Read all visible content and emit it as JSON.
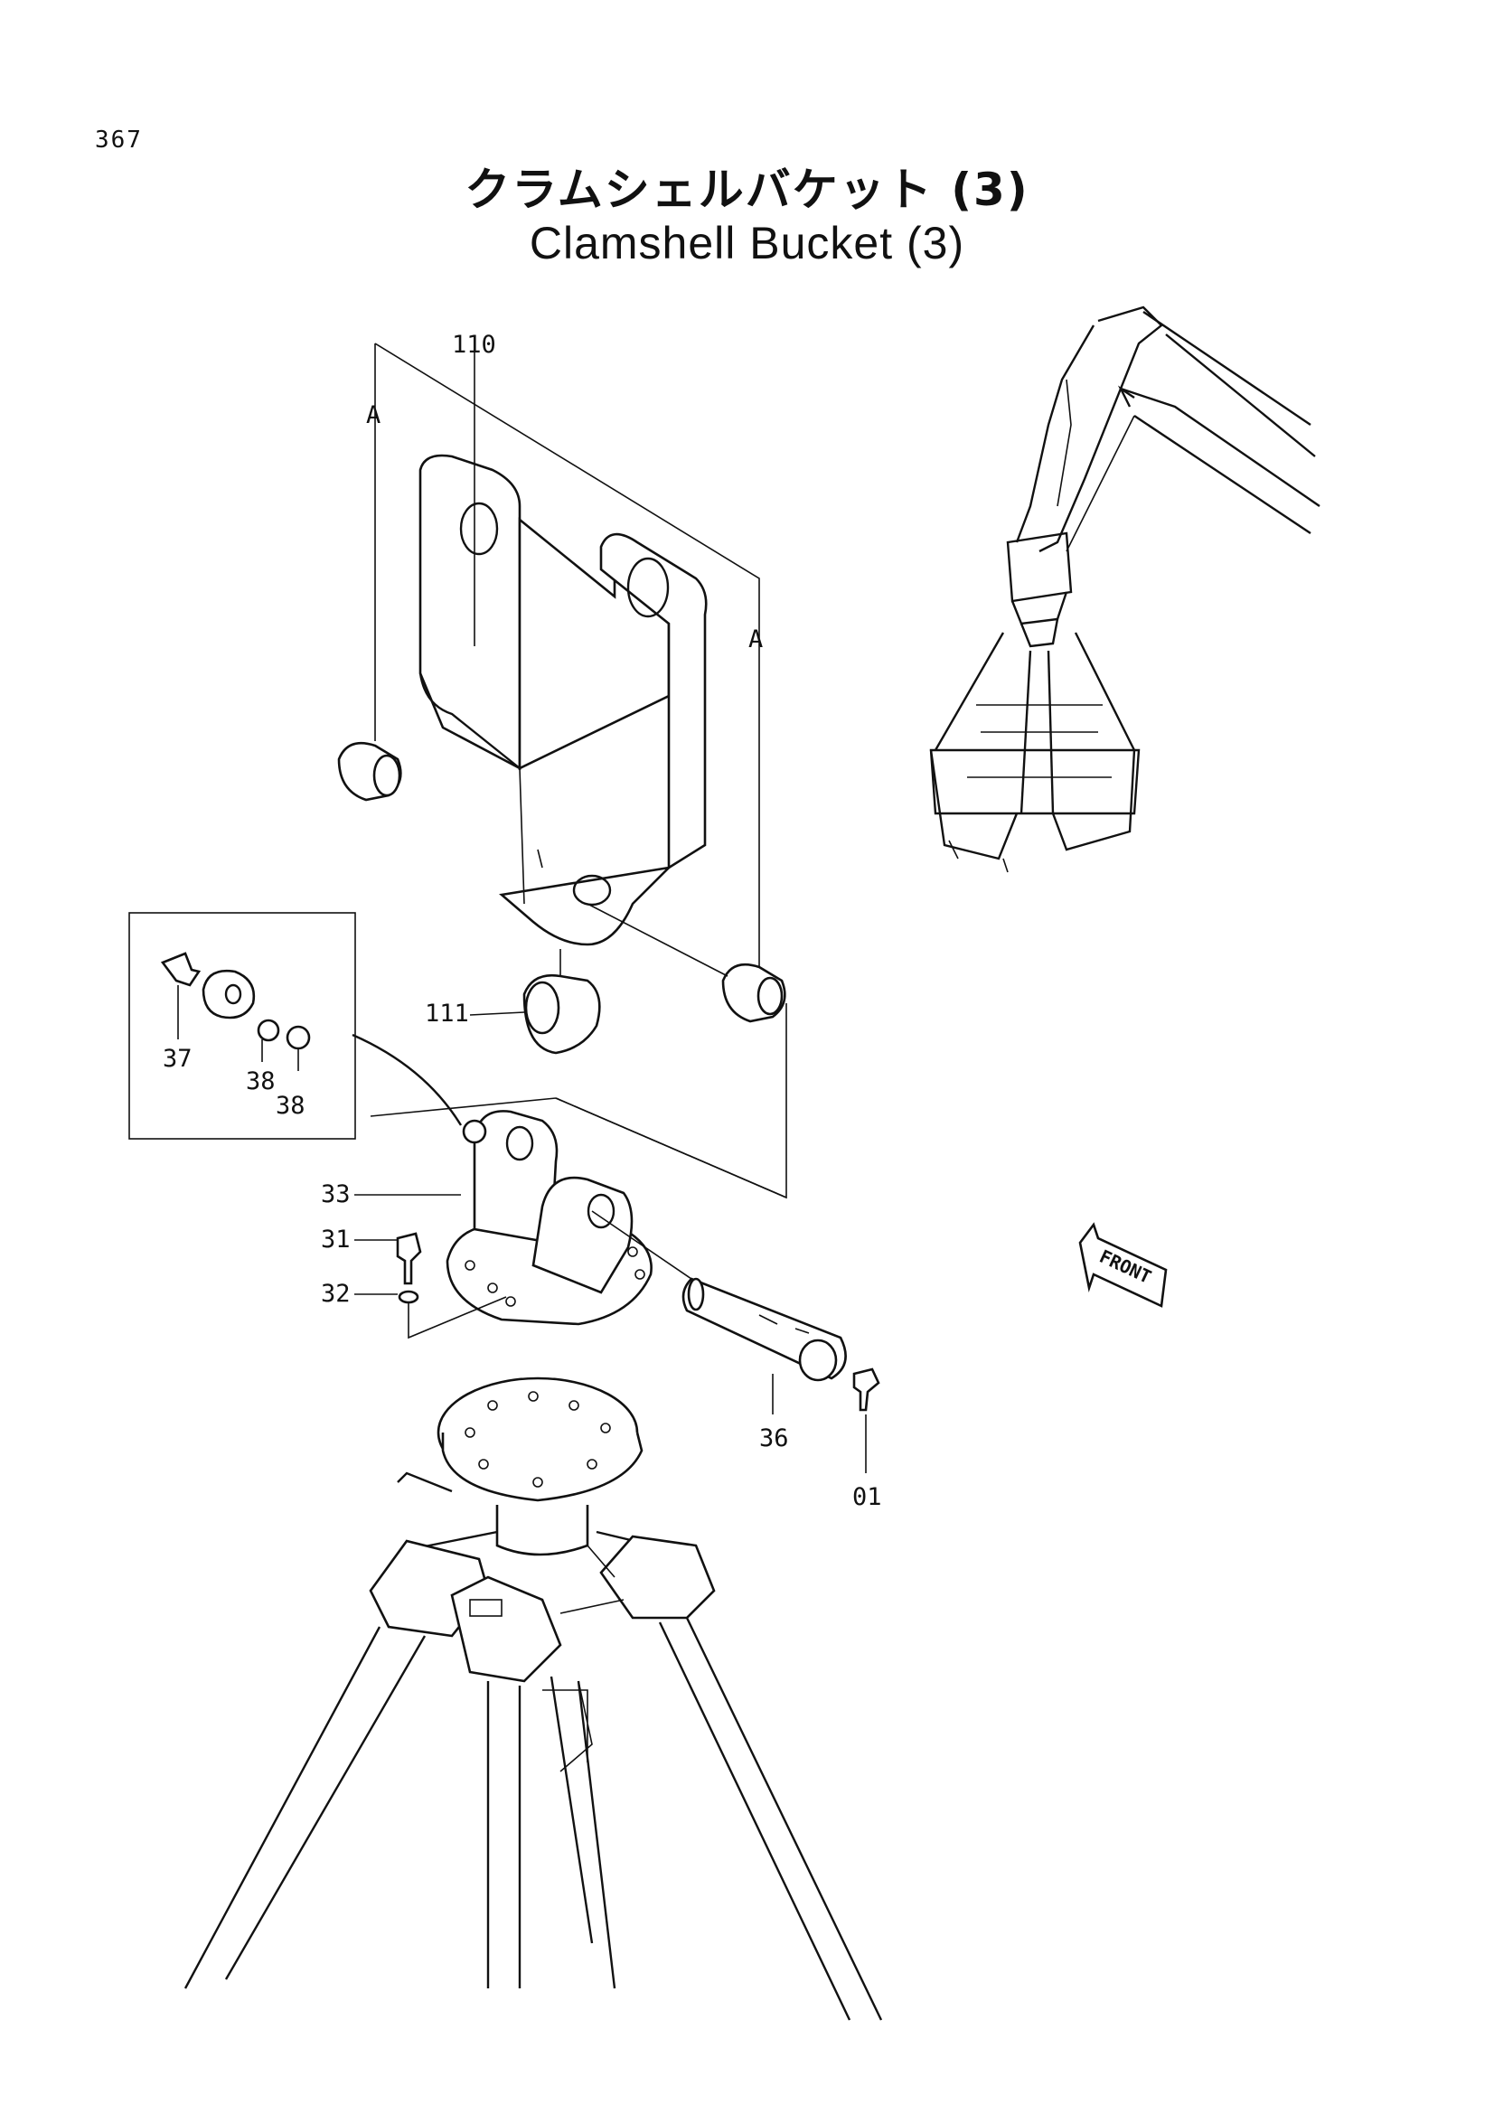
{
  "page": {
    "number": "367"
  },
  "title": {
    "japanese": "クラムシェルバケット (3)",
    "english": "Clamshell Bucket (3)"
  },
  "callouts": {
    "part_110": "110",
    "part_111": "111",
    "part_37": "37",
    "part_38a": "38",
    "part_38b": "38",
    "part_33": "33",
    "part_31": "31",
    "part_32": "32",
    "part_36": "36",
    "part_01": "01",
    "ref_a_left": "A",
    "ref_a_right": "A"
  },
  "front_arrow": {
    "label": "FRONT"
  }
}
